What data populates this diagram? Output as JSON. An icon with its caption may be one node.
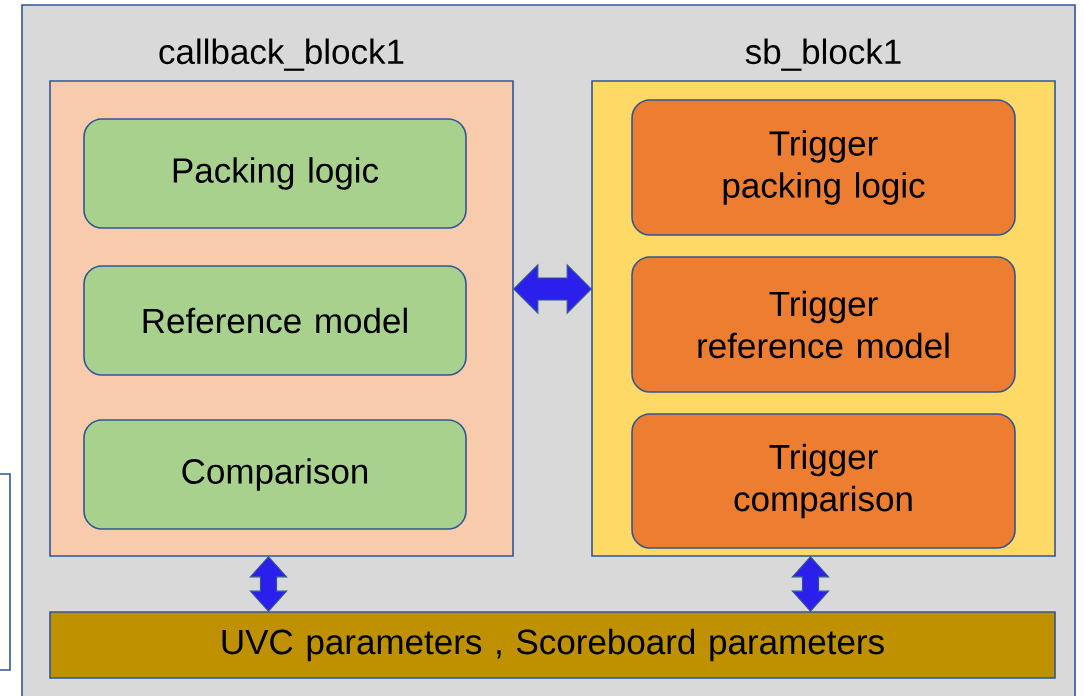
{
  "diagram": {
    "nodes": [
      {
        "text": [],
        "shape": "box"
      },
      {
        "text": [
          "callback_block1"
        ],
        "in": 0
      },
      {
        "text": [
          "Packing logic"
        ],
        "in": 1
      },
      {
        "text": [
          "Reference model"
        ],
        "in": 1
      },
      {
        "text": [
          "Comparison"
        ],
        "in": 1
      },
      {
        "text": [
          "sb_block1"
        ],
        "in": 0
      },
      {
        "text": [
          "Trigger packing logic"
        ],
        "in": 5
      },
      {
        "text": [
          "Trigger reference model"
        ],
        "in": 5
      },
      {
        "text": [
          "Trigger comparison"
        ],
        "in": 5
      },
      {
        "text": [
          "UVC parameters , Scoreboard parameters"
        ],
        "in": 0
      },
      {
        "text": [],
        "shape": "box"
      }
    ],
    "edges": [
      {
        "from": 1,
        "to": 5,
        "arrow": "both"
      },
      {
        "from": 1,
        "to": 9,
        "arrow": "both"
      },
      {
        "from": 5,
        "to": 9,
        "arrow": "both"
      }
    ]
  }
}
